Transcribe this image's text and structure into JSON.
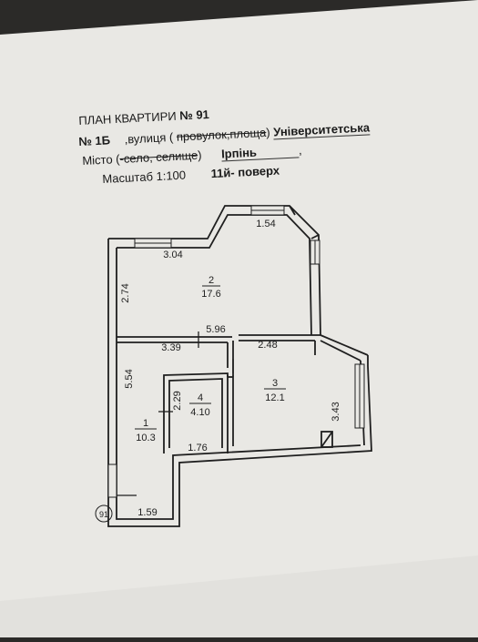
{
  "header": {
    "plan_title": "ПЛАН КВАРТИРИ",
    "apartment_no": "№ 91",
    "building_no": "№ 1Б",
    "street_label_pre": ",вулиця ( ",
    "street_label_struck": "провулок,площа",
    "street_label_post": ")",
    "street_name": "Університетська",
    "city_label": "Місто (",
    "city_label_struck": "-село, селище",
    "city_label_post": ")",
    "city_name": "Ірпінь",
    "city_comma": ",",
    "scale": "Масштаб 1:100",
    "floor": "11й- поверх"
  },
  "rooms": [
    {
      "number": "1",
      "area": "10.3"
    },
    {
      "number": "2",
      "area": "17.6"
    },
    {
      "number": "3",
      "area": "12.1"
    },
    {
      "number": "4",
      "area": "4.10"
    }
  ],
  "dimensions": {
    "room2_top": "3.04",
    "bay_top": "1.54",
    "room2_left": "2.74",
    "room2_bottom": "5.96",
    "room1_top": "3.39",
    "room3_top": "2.48",
    "room1_left": "5.54",
    "room4_left": "2.29",
    "room4_bottom": "1.76",
    "room3_right": "3.43",
    "hall_bottom": "1.59"
  },
  "marker": "91",
  "colors": {
    "paper": "#e9e8e4",
    "ink": "#1f1f1f",
    "background": "#2b2a28"
  }
}
